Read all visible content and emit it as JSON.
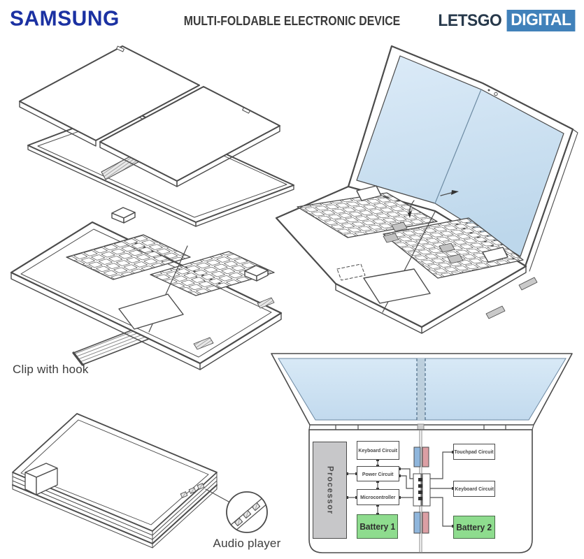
{
  "header": {
    "brand": "SAMSUNG",
    "title": "MULTI-FOLDABLE ELECTRONIC DEVICE",
    "publisher": {
      "primary": "LETSGO",
      "secondary": "DIGITAL"
    }
  },
  "captions": {
    "clip": "Clip with hook",
    "audio": "Audio player"
  },
  "schematic": {
    "processor": "Processor",
    "keyboard_circuit_left": "Keyboard Circuit",
    "power_circuit": "Power Circuit",
    "microcontroller": "Microcontroller",
    "battery_1": "Battery 1",
    "touchpad_circuit": "Touchpad Circuit",
    "keyboard_circuit_right": "Keyboard Circuit",
    "battery_2": "Battery 2"
  },
  "colors": {
    "samsung_blue": "#1b31a2",
    "publisher_navy": "#27394b",
    "publisher_box_blue": "#4181ba",
    "screen_blue_light": "#dcebf8",
    "screen_blue_dark": "#bdd7eb",
    "battery_green": "#8edc8e",
    "connector_blue": "#8fb6dc",
    "connector_red": "#dc9fa4",
    "processor_gray": "#c7c7c9",
    "line_dark": "#4b4b4b"
  }
}
